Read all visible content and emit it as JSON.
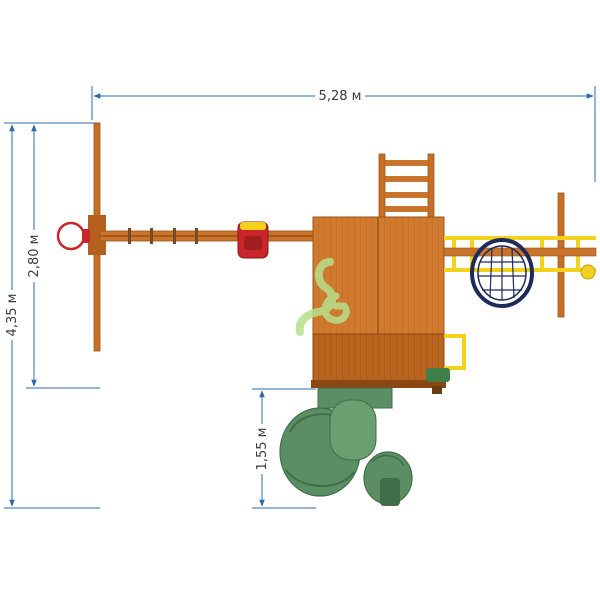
{
  "dimensions": {
    "total_width": "5,28 м",
    "total_depth": "4,35 м",
    "inner_depth": "2,80 м",
    "slide_extension": "1,55 м"
  },
  "colors": {
    "wood": "#c8742a",
    "wood_dark": "#9c5418",
    "roof": "#d07a2e",
    "slide": "#5b8f63",
    "slide_dark": "#3f6e48",
    "ladder_yellow": "#f3d21c",
    "swing_red": "#c8262a",
    "net_navy": "#1d2a5c",
    "logo_green": "#b7e08a",
    "dimension_line": "#2e6aa8"
  },
  "icons": {
    "logo": "sg-logo-icon",
    "basketball_hoop": "hoop-icon",
    "spider_net": "nest-swing-icon"
  }
}
